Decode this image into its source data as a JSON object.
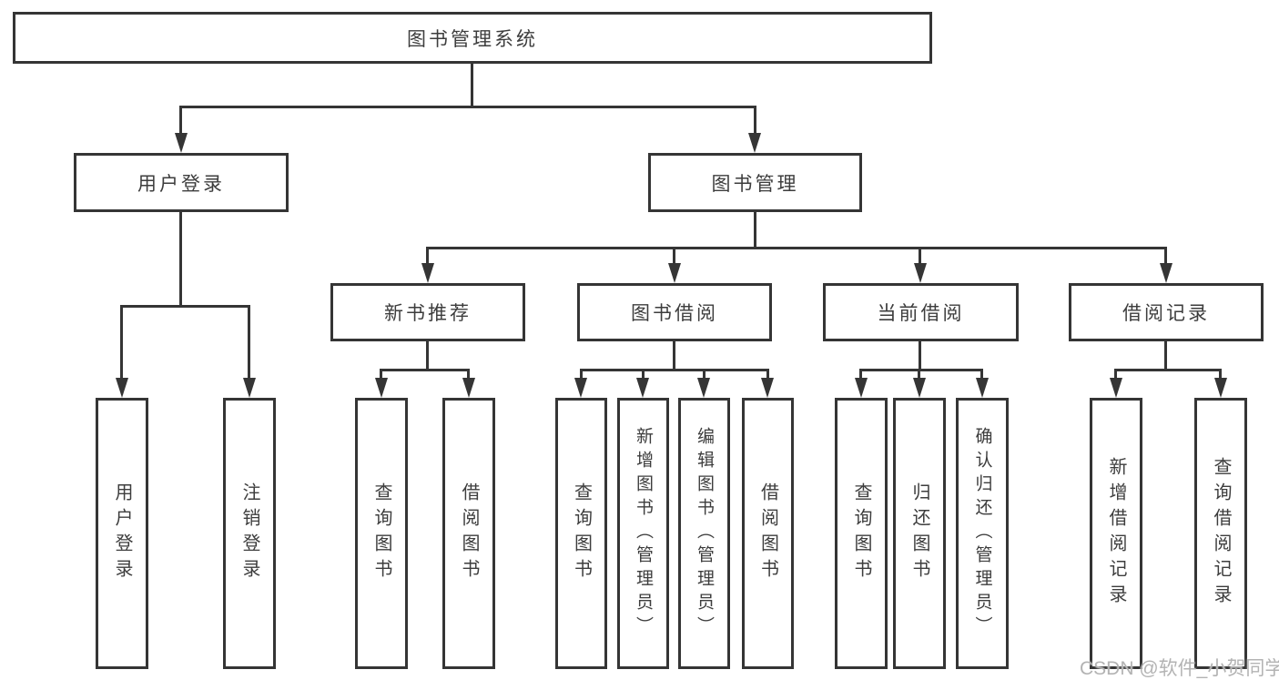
{
  "diagram": {
    "watermark": "CSDN @软件_小贺同学",
    "colors": {
      "line": "#353535",
      "text": "#3d3d3d",
      "background": "#ffffff",
      "watermark": "#b3b3b3"
    },
    "nodes": {
      "root": {
        "label": "图书管理系统"
      },
      "userLogin": {
        "label": "用户登录"
      },
      "bookMgmt": {
        "label": "图书管理"
      },
      "newBookRec": {
        "label": "新书推荐"
      },
      "bookBorrow": {
        "label": "图书借阅"
      },
      "currentBorrow": {
        "label": "当前借阅"
      },
      "borrowRecord": {
        "label": "借阅记录"
      },
      "leafUserLogin": {
        "label": "用户登录"
      },
      "leafLogout": {
        "label": "注销登录"
      },
      "leafQueryBook1": {
        "label": "查询图书"
      },
      "leafBorrowBook1": {
        "label": "借阅图书"
      },
      "leafQueryBook2": {
        "label": "查询图书"
      },
      "leafAddBookAdmin": {
        "label": "新增图书（管理员）"
      },
      "leafEditBookAdmin": {
        "label": "编辑图书（管理员）"
      },
      "leafBorrowBook2": {
        "label": "借阅图书"
      },
      "leafQueryBook3": {
        "label": "查询图书"
      },
      "leafReturnBook": {
        "label": "归还图书"
      },
      "leafConfirmReturnAdmin": {
        "label": "确认归还（管理员）"
      },
      "leafAddBorrowRecord": {
        "label": "新增借阅记录"
      },
      "leafQueryBorrowRecord": {
        "label": "查询借阅记录"
      }
    }
  }
}
